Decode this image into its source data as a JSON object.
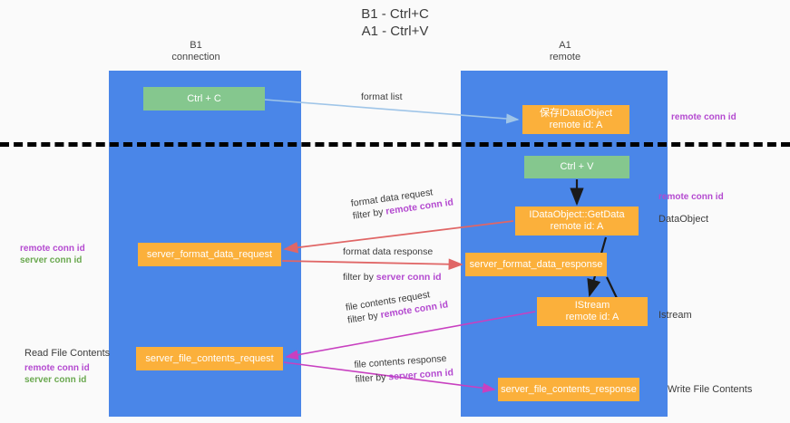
{
  "title": {
    "line1": "B1 - Ctrl+C",
    "line2": "A1 - Ctrl+V"
  },
  "columns": {
    "left": {
      "name": "B1",
      "role": "connection"
    },
    "right": {
      "name": "A1",
      "role": "remote"
    }
  },
  "boxes": {
    "ctrl_c": {
      "label": "Ctrl + C",
      "color": "#85c78e"
    },
    "save_idataobject": {
      "label": "保存IDataObject",
      "sub": "remote id: A",
      "color": "#fbb03b"
    },
    "ctrl_v": {
      "label": "Ctrl + V",
      "color": "#85c78e"
    },
    "getdata": {
      "label": "IDataObject::GetData",
      "sub": "remote id: A",
      "color": "#fbb03b"
    },
    "server_format_data_request": {
      "label": "server_format_data_request",
      "color": "#fbb03b"
    },
    "server_format_data_response": {
      "label": "server_format_data_response",
      "color": "#fbb03b"
    },
    "istream": {
      "label": "IStream",
      "sub": "remote id: A",
      "color": "#fbb03b"
    },
    "server_file_contents_request": {
      "label": "server_file_contents_request",
      "color": "#fbb03b"
    },
    "server_file_contents_response": {
      "label": "server_file_contents_response",
      "color": "#fbb03b"
    }
  },
  "arrows": {
    "format_list": {
      "text": "format list",
      "color": "#9fc5e8"
    },
    "format_data_request": {
      "line1": "format data request",
      "line2_prefix": "filter by ",
      "line2_key": "remote conn id",
      "color": "#e06666"
    },
    "format_data_response": {
      "line1": "format data response",
      "line2_prefix": "filter by ",
      "line2_key": "server conn id",
      "color": "#e06666"
    },
    "file_contents_request": {
      "line1": "file contents request",
      "line2_prefix": "filter by ",
      "line2_key": "remote conn id",
      "color": "#c840c0"
    },
    "file_contents_response": {
      "line1": "file contents response",
      "line2_prefix": "filter by ",
      "line2_key": "server conn id",
      "color": "#c840c0"
    }
  },
  "annotations": {
    "remote_conn_id_top": "remote conn id",
    "remote_conn_id_mid": "remote conn id",
    "dataobject": "DataObject",
    "istream": "Istream",
    "write_file_contents": "Write File Contents",
    "read_file_contents": "Read File Contents",
    "left_remote_conn_id": "remote conn id",
    "left_server_conn_id": "server conn id",
    "left_remote_conn_id_2": "remote conn id",
    "left_server_conn_id_2": "server conn id"
  },
  "colors": {
    "lane": "#4a86e8",
    "green_box": "#85c78e",
    "orange_box": "#fbb03b",
    "purple_text": "#b44ad0",
    "green_text": "#6aa84f",
    "red_arrow": "#e06666",
    "magenta_arrow": "#c840c0",
    "blue_arrow": "#9fc5e8",
    "background": "#fafafa"
  }
}
